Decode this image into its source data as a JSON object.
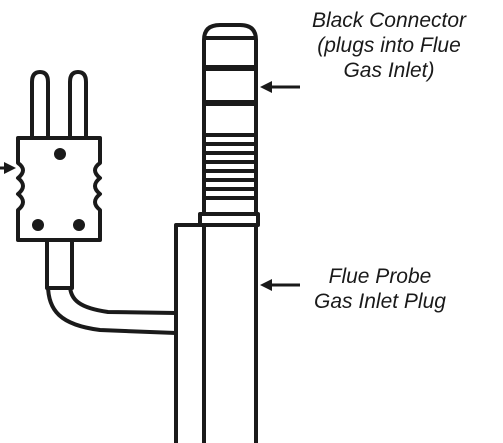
{
  "labels": {
    "black_connector": [
      "Black Connector",
      "(plugs into Flue",
      "Gas Inlet)"
    ],
    "flue_probe": [
      "Flue Probe",
      "Gas Inlet Plug"
    ]
  },
  "colors": {
    "stroke": "#1a1a1a",
    "fill": "#ffffff"
  },
  "icons": {
    "connector": "barrel-connector",
    "plug": "two-prong-thermocouple-plug"
  }
}
